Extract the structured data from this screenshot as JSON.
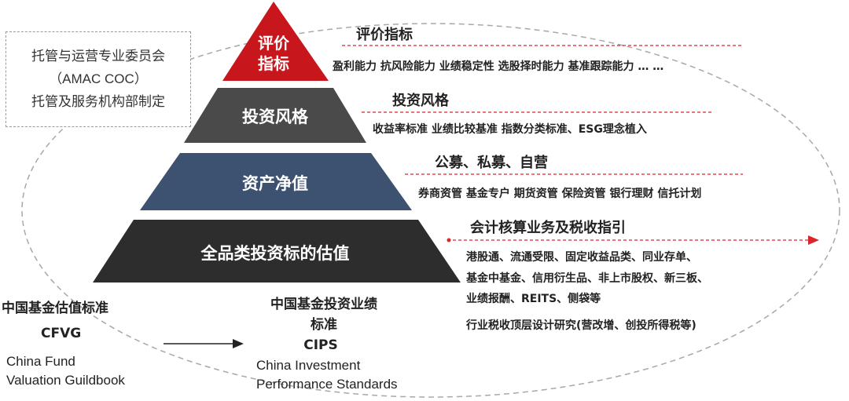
{
  "side_box": {
    "lines": [
      "托管与运营专业委员会",
      "（AMAC COC）",
      "托管及服务机构部制定"
    ]
  },
  "pyramid": {
    "tiers": [
      {
        "label_lines": [
          "评价",
          "指标"
        ],
        "color": "#c8161d"
      },
      {
        "label": "投资风格",
        "color": "#4a4a4a"
      },
      {
        "label": "资产净值",
        "color": "#3d5270"
      },
      {
        "label": "全品类投资标的估值",
        "color": "#2d2d2d"
      }
    ]
  },
  "categories": [
    {
      "title": "评价指标",
      "items": [
        "盈利能力 抗风险能力 业绩稳定性 选股择时能力 基准跟踪能力 …  …"
      ]
    },
    {
      "title": "投资风格",
      "items": [
        "收益率标准 业绩比较基准 指数分类标准、ESG理念植入"
      ]
    },
    {
      "title": "公募、私募、自营",
      "items": [
        "券商资管 基金专户 期货资管 保险资管 银行理财 信托计划"
      ]
    },
    {
      "title": "会计核算业务及税收指引",
      "items": [
        "港股通、流通受限、固定收益品类、同业存单、",
        "基金中基金、信用衍生品、非上市股权、新三板、",
        "业绩报酬、REITS、侧袋等",
        "行业税收顶层设计研究(营改增、创投所得税等)"
      ]
    }
  ],
  "bottom": {
    "left": {
      "title": "中国基金估值标准",
      "code": "CFVG",
      "subtitle_lines": [
        "China Fund",
        "Valuation Guildbook"
      ]
    },
    "right": {
      "title_lines": [
        "中国基金投资业绩",
        "标准"
      ],
      "code": "CIPS",
      "subtitle_lines": [
        "China Investment",
        "Performance Standards"
      ]
    }
  },
  "colors": {
    "accent_red": "#d9252b",
    "ellipse": "#a0a0a0"
  }
}
